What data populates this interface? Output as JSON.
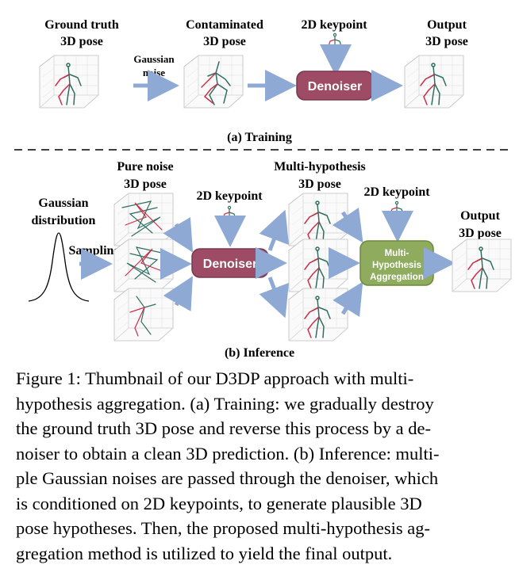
{
  "training": {
    "ground_truth_label": [
      "Ground truth",
      "3D pose"
    ],
    "noise_label": [
      "Gaussian",
      "noise"
    ],
    "contaminated_label": [
      "Contaminated",
      "3D pose"
    ],
    "keypoint_label": "2D keypoint",
    "denoiser_label": "Denoiser",
    "output_label": [
      "Output",
      "3D pose"
    ],
    "subcaption": "(a) Training"
  },
  "inference": {
    "gaussian_label": [
      "Gaussian",
      "distribution"
    ],
    "sampling_label": "Sampling",
    "pure_noise_label": [
      "Pure noise",
      "3D pose"
    ],
    "keypoint_label_1": "2D keypoint",
    "denoiser_label": "Denoiser",
    "multi_hyp_label": [
      "Multi-hypothesis",
      "3D pose"
    ],
    "keypoint_label_2": "2D keypoint",
    "aggregation_label": [
      "Multi-",
      "Hypothesis",
      "Aggregation"
    ],
    "output_label": [
      "Output",
      "3D pose"
    ],
    "subcaption": "(b) Inference"
  },
  "colors": {
    "denoiser": "#9e4b66",
    "aggregation": "#8eab5e",
    "arrow": "#8eaad4",
    "pose_red": "#c9304a",
    "pose_green": "#2f6f62",
    "grid": "#c8c8c8"
  },
  "caption_lines": [
    "Figure 1: Thumbnail of our D3DP approach with multi-",
    "hypothesis aggregation. (a) Training: we gradually destroy",
    "the ground truth 3D pose and reverse this process by a de-",
    "noiser to obtain a clean 3D prediction. (b) Inference: multi-",
    "ple Gaussian noises are passed through the denoiser, which",
    "is conditioned on 2D keypoints, to generate plausible 3D",
    "pose hypotheses. Then, the proposed multi-hypothesis ag-",
    "gregation method is utilized to yield the final output."
  ]
}
